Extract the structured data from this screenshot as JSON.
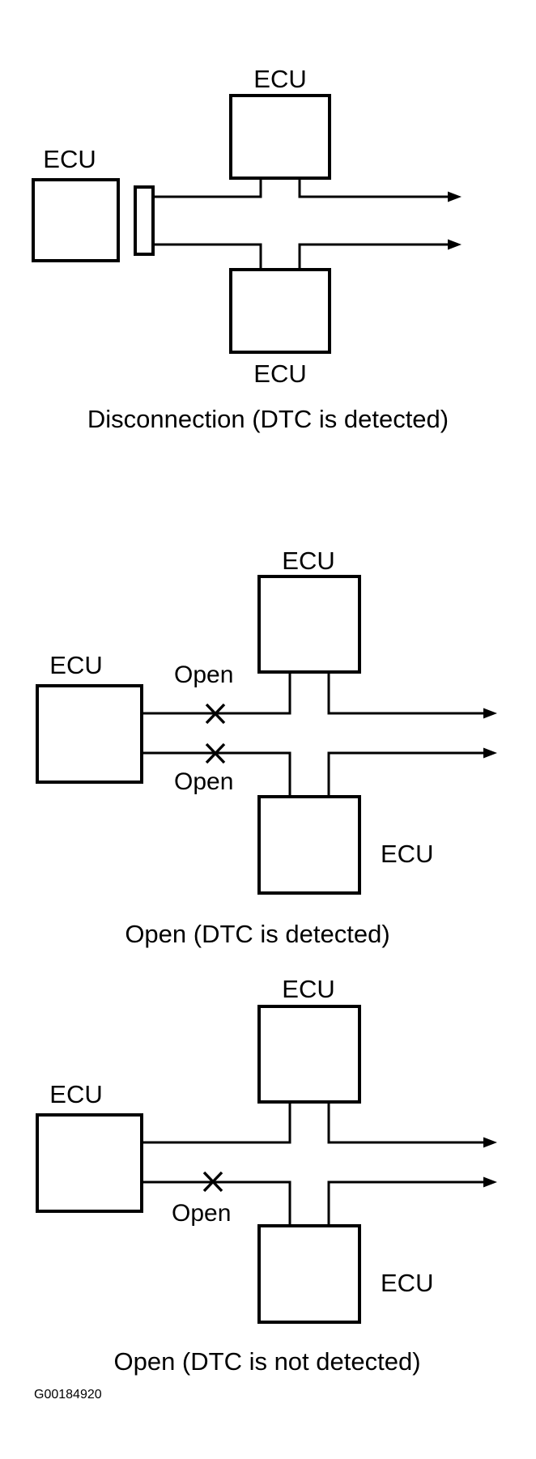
{
  "figure": {
    "code": "G00184920",
    "node_label": "ECU",
    "fault_label": "Open",
    "line_color": "#000000",
    "background_color": "#ffffff"
  },
  "panels": [
    {
      "id": "panel-disconnection",
      "caption": "Disconnection (DTC is detected)",
      "nodes": [
        {
          "name": "top-ecu",
          "label": "ECU"
        },
        {
          "name": "left-ecu",
          "label": "ECU"
        },
        {
          "name": "bottom-ecu",
          "label": "ECU"
        }
      ],
      "connector": {
        "name": "disconnected-connector",
        "label": ""
      },
      "fault_markers": []
    },
    {
      "id": "panel-open-detected",
      "caption": "Open (DTC is detected)",
      "nodes": [
        {
          "name": "top-ecu",
          "label": "ECU"
        },
        {
          "name": "left-ecu",
          "label": "ECU"
        },
        {
          "name": "bottom-ecu",
          "label": "ECU"
        }
      ],
      "connector": null,
      "fault_markers": [
        {
          "name": "open-marker-upper-bus",
          "label": "Open"
        },
        {
          "name": "open-marker-lower-bus",
          "label": "Open"
        }
      ]
    },
    {
      "id": "panel-open-not-detected",
      "caption": "Open (DTC is not detected)",
      "nodes": [
        {
          "name": "top-ecu",
          "label": "ECU"
        },
        {
          "name": "left-ecu",
          "label": "ECU"
        },
        {
          "name": "bottom-ecu",
          "label": "ECU"
        }
      ],
      "connector": null,
      "fault_markers": [
        {
          "name": "open-marker-lower-bus",
          "label": "Open"
        }
      ]
    }
  ]
}
